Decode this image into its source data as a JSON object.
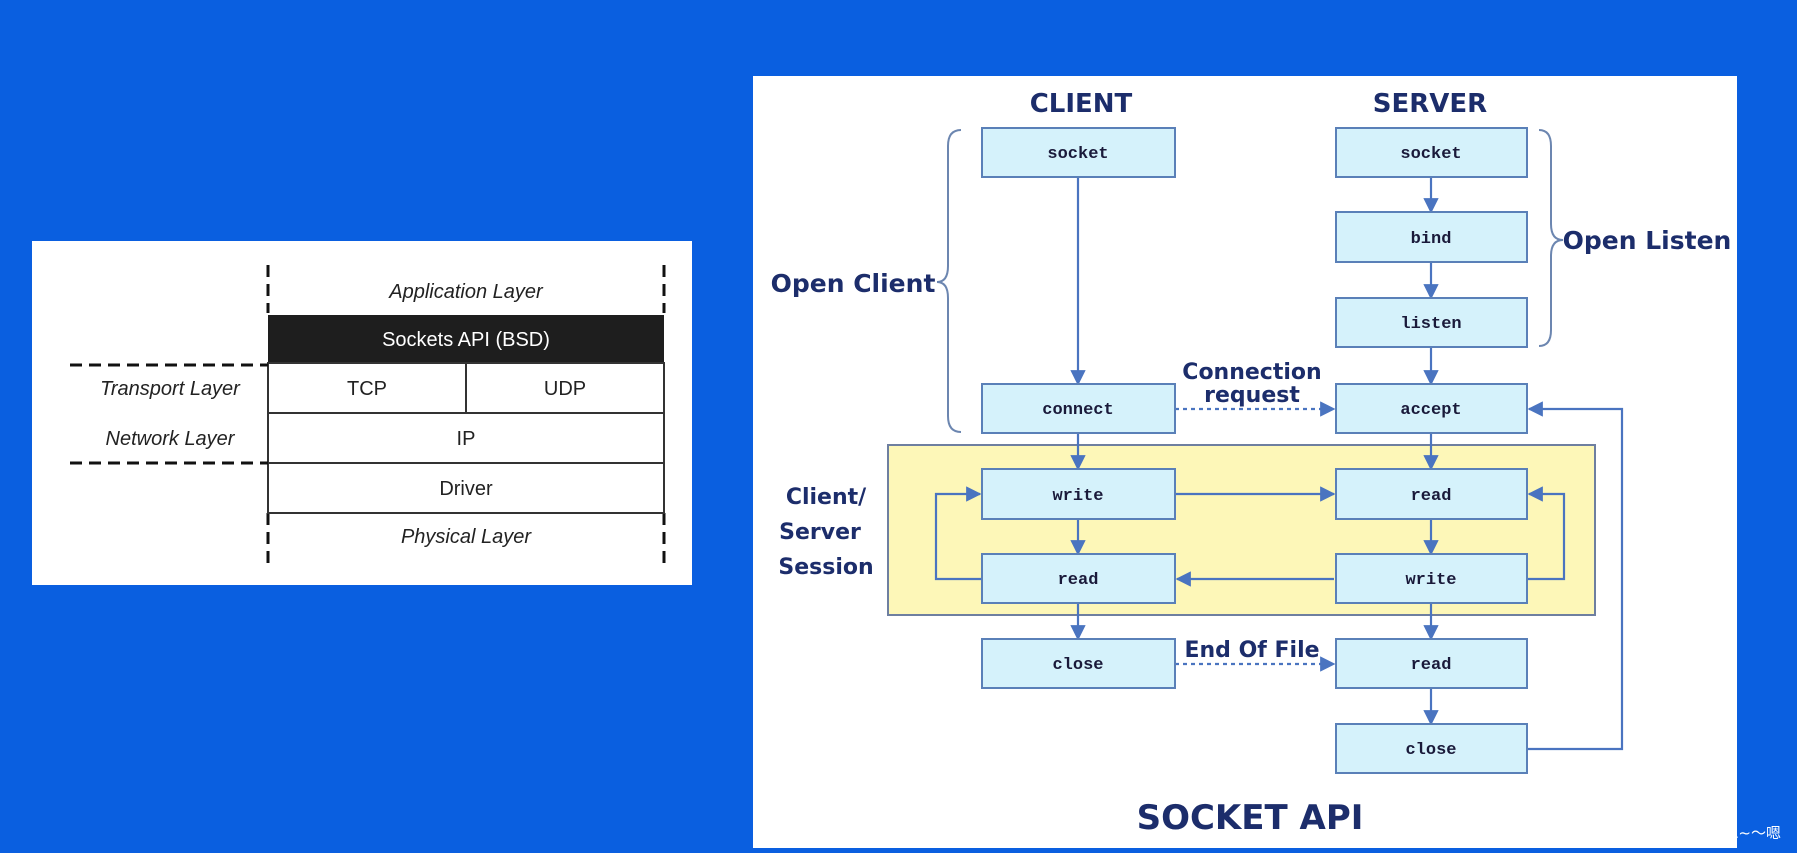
{
  "stack": {
    "application": "Application Layer",
    "sockets_api": "Sockets API (BSD)",
    "transport": "Transport Layer",
    "tcp": "TCP",
    "udp": "UDP",
    "network": "Network Layer",
    "ip": "IP",
    "driver": "Driver",
    "physical": "Physical Layer"
  },
  "flow": {
    "client_header": "CLIENT",
    "server_header": "SERVER",
    "client": {
      "socket": "socket",
      "connect": "connect",
      "write": "write",
      "read": "read",
      "close": "close"
    },
    "server": {
      "socket": "socket",
      "bind": "bind",
      "listen": "listen",
      "accept": "accept",
      "read": "read",
      "write": "write",
      "read_eof": "read",
      "close": "close"
    },
    "open_client": "Open Client",
    "open_listen": "Open Listen",
    "connection_request_1": "Connection",
    "connection_request_2": "request",
    "session_1": "Client/",
    "session_2": "Server",
    "session_3": "Session",
    "end_of_file": "End Of File",
    "title": "SOCKET API"
  },
  "colors": {
    "background": "#0a5fe0",
    "box_fill": "#d5f2fb",
    "session_fill": "#fdf7b8",
    "arrow": "#4a74c0",
    "label": "#1c2d6b"
  },
  "watermark": "CSDN @嗯~～嗯"
}
